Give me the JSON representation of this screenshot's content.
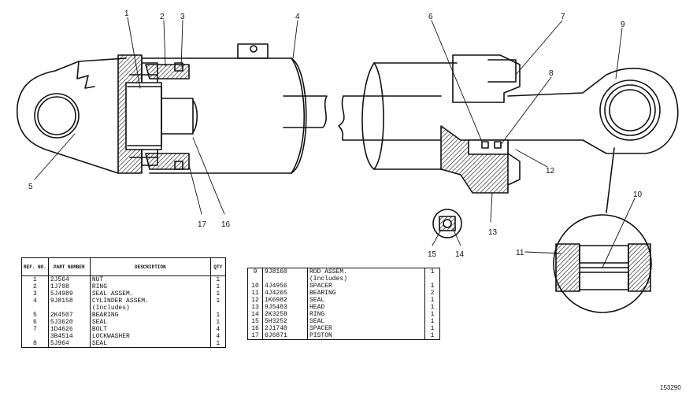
{
  "callouts": [
    "1",
    "2",
    "3",
    "4",
    "5",
    "6",
    "7",
    "8",
    "9",
    "10",
    "11",
    "12",
    "13",
    "14",
    "15",
    "16",
    "17"
  ],
  "table_left": {
    "headers": {
      "ref": "REF. NO.",
      "part": "PART NUMBER",
      "desc": "DESCRIPTION",
      "qty": "QTY"
    },
    "rows": [
      {
        "ref": "1",
        "part": "2J564",
        "desc": "NUT",
        "qty": "1"
      },
      {
        "ref": "2",
        "part": "1J708",
        "desc": "RING",
        "qty": "1"
      },
      {
        "ref": "3",
        "part": "5J4989",
        "desc": "SEAL ASSEM.",
        "qty": "1"
      },
      {
        "ref": "4",
        "part": "9J8158",
        "desc": "CYLINDER ASSEM.",
        "qty": "1"
      },
      {
        "ref": "",
        "part": "",
        "desc": "(Includes)",
        "qty": ""
      },
      {
        "ref": "5",
        "part": "2K4507",
        "desc": "BEARING",
        "qty": "1"
      },
      {
        "ref": "6",
        "part": "5J3620",
        "desc": "SEAL",
        "qty": "1"
      },
      {
        "ref": "7",
        "part": "1D4626",
        "desc": "BOLT",
        "qty": "4"
      },
      {
        "ref": "",
        "part": "3B4514",
        "desc": "LOCKWASHER",
        "qty": "4"
      },
      {
        "ref": "8",
        "part": "5J964",
        "desc": "SEAL",
        "qty": "1"
      }
    ]
  },
  "table_right": {
    "rows": [
      {
        "ref": "9",
        "part": "9J8160",
        "desc": "ROD ASSEM.",
        "qty": "1"
      },
      {
        "ref": "",
        "part": "",
        "desc": "(Includes)",
        "qty": ""
      },
      {
        "ref": "10",
        "part": "4J4956",
        "desc": "SPACER",
        "qty": "1"
      },
      {
        "ref": "11",
        "part": "4J4265",
        "desc": "BEARING",
        "qty": "2"
      },
      {
        "ref": "12",
        "part": "1K6982",
        "desc": "SEAL",
        "qty": "1"
      },
      {
        "ref": "13",
        "part": "9J5483",
        "desc": "HEAD",
        "qty": "1"
      },
      {
        "ref": "14",
        "part": "2K3258",
        "desc": "RING",
        "qty": "1"
      },
      {
        "ref": "15",
        "part": "5H3252",
        "desc": "SEAL",
        "qty": "1"
      },
      {
        "ref": "16",
        "part": "2J1740",
        "desc": "SPACER",
        "qty": "1"
      },
      {
        "ref": "17",
        "part": "6J6871",
        "desc": "PISTON",
        "qty": "1"
      }
    ]
  },
  "figure_number": "153290"
}
